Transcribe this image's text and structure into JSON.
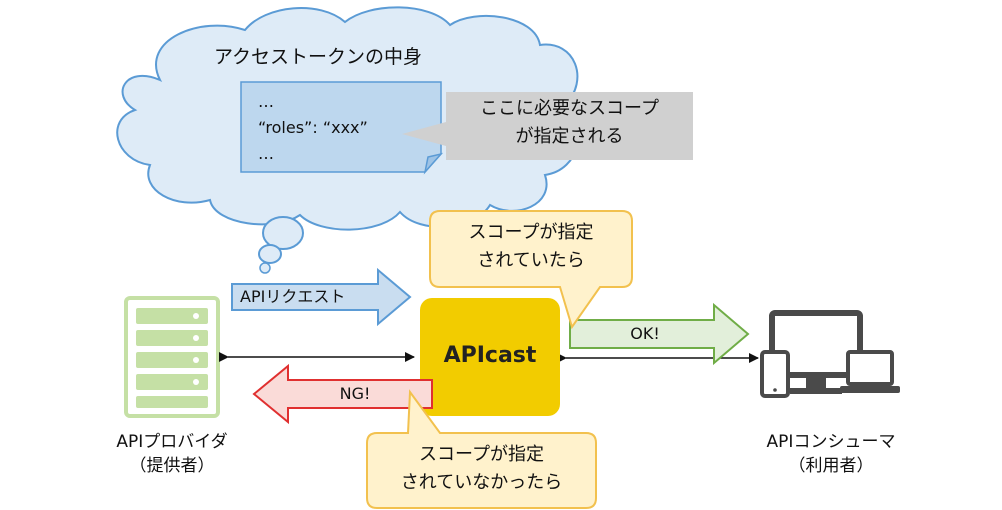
{
  "cloud": {
    "title": "アクセストークンの中身",
    "lines": [
      "…",
      "“roles”: “xxx”",
      "…"
    ]
  },
  "note": {
    "line1": "ここに必要なスコープ",
    "line2": "が指定される"
  },
  "request_arrow": {
    "label": "APIリクエスト"
  },
  "gateway": {
    "label": "APIcast"
  },
  "ok_arrow": {
    "label": "OK!"
  },
  "ng_arrow": {
    "label": "NG!"
  },
  "callout_ok": {
    "line1": "スコープが指定",
    "line2": "されていたら"
  },
  "callout_ng": {
    "line1": "スコープが指定",
    "line2": "されていなかったら"
  },
  "provider": {
    "line1": "APIプロバイダ",
    "line2": "（提供者）"
  },
  "consumer": {
    "line1": "APIコンシューマ",
    "line2": "（利用者）"
  },
  "colors": {
    "cloud_fill": "#deebf7",
    "cloud_stroke": "#5b9bd5",
    "note_fill": "#bdd7ee",
    "gray_note": "#d0d0d0",
    "gateway": "#f2cc00",
    "callout_fill": "#fff2cc",
    "callout_stroke": "#f2c14e",
    "ok_fill": "#e2efda",
    "ok_stroke": "#70ad47",
    "ng_fill": "#fadbd8",
    "ng_stroke": "#e03030",
    "server": "#c5e0a5"
  }
}
